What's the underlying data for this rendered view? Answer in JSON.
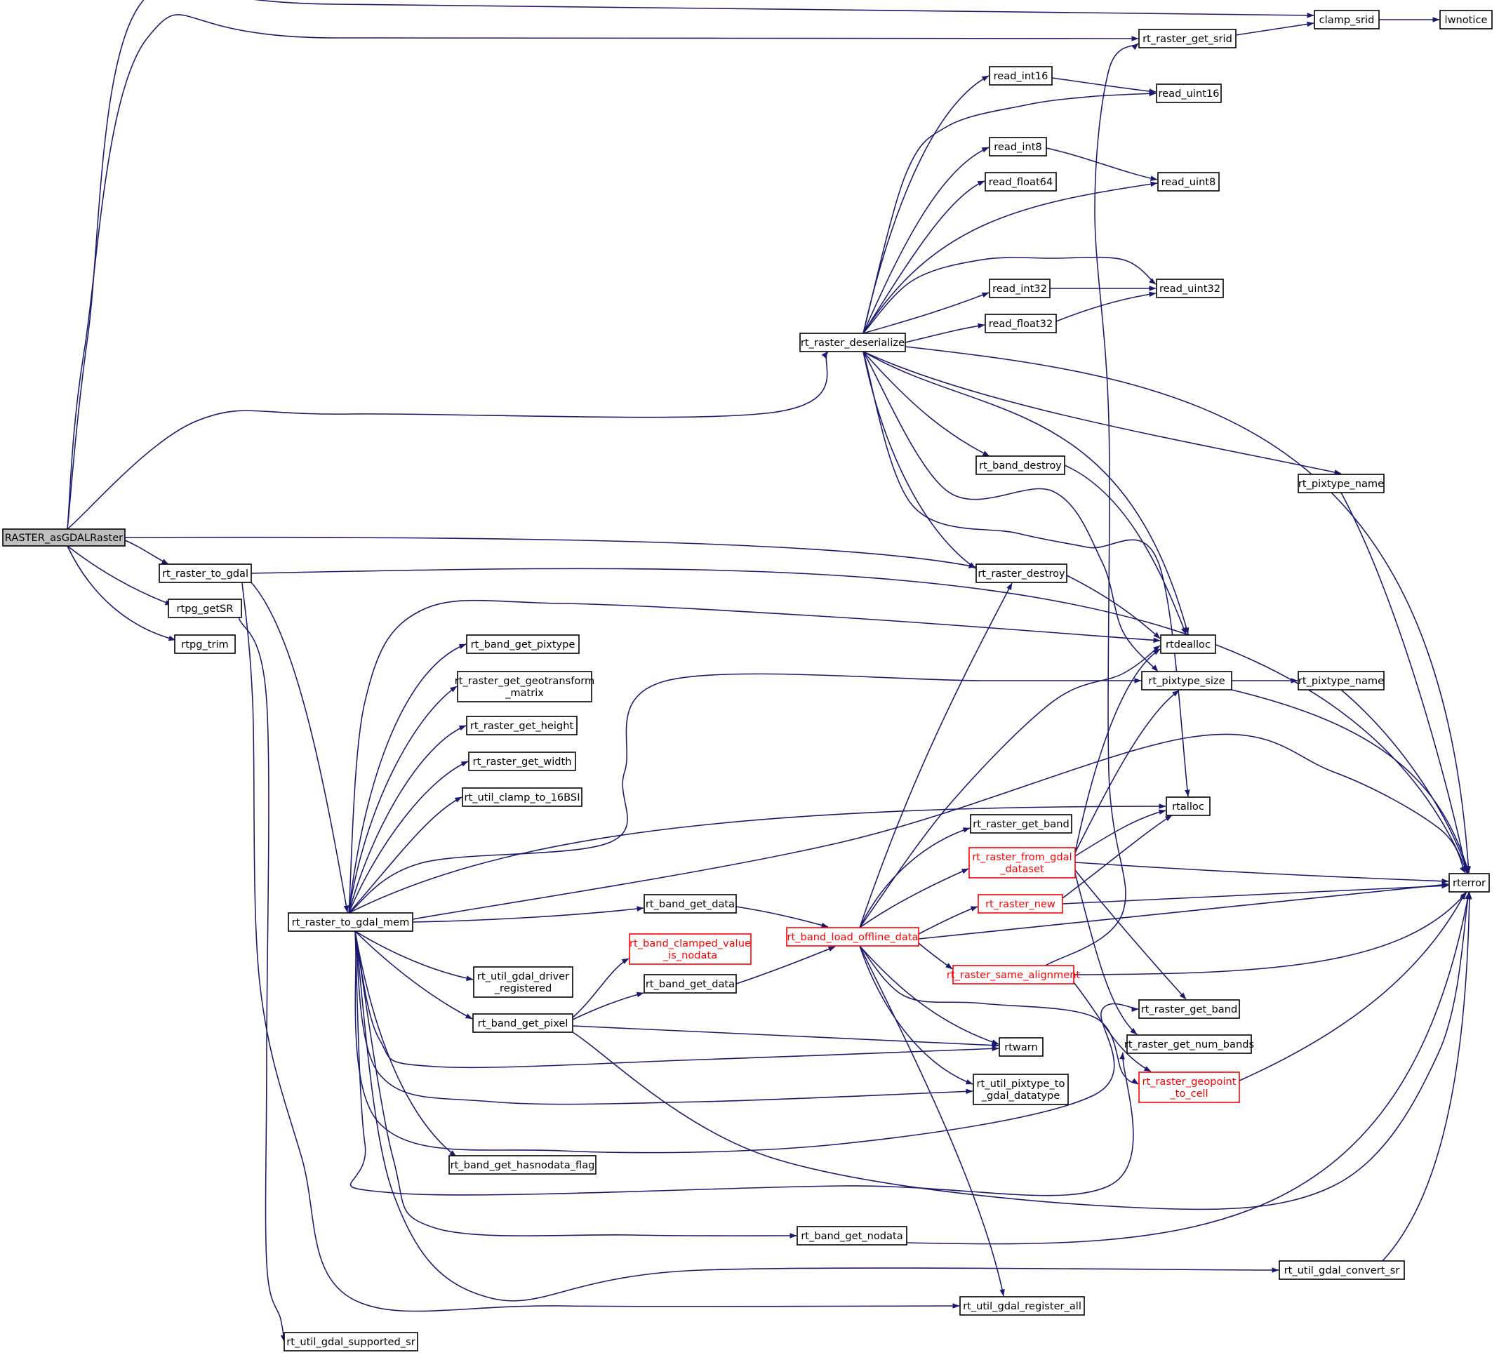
{
  "colors": {
    "edge": "#191970",
    "border_normal": "#000000",
    "border_truncated": "#ff0000",
    "fill_normal": "#ffffff",
    "fill_root": "#bfbfbf",
    "text_normal": "#000000",
    "text_truncated": "#ff0000"
  },
  "nodes": [
    {
      "id": "RASTER_asGDALRaster",
      "lines": [
        "RASTER_asGDALRaster"
      ],
      "style": "root"
    },
    {
      "id": "clamp_srid",
      "lines": [
        "clamp_srid"
      ],
      "style": "normal"
    },
    {
      "id": "lwnotice",
      "lines": [
        "lwnotice"
      ],
      "style": "normal"
    },
    {
      "id": "rt_raster_get_srid",
      "lines": [
        "rt_raster_get_srid"
      ],
      "style": "normal"
    },
    {
      "id": "read_int16",
      "lines": [
        "read_int16"
      ],
      "style": "normal"
    },
    {
      "id": "read_uint16",
      "lines": [
        "read_uint16"
      ],
      "style": "normal"
    },
    {
      "id": "read_int8",
      "lines": [
        "read_int8"
      ],
      "style": "normal"
    },
    {
      "id": "read_float64",
      "lines": [
        "read_float64"
      ],
      "style": "normal"
    },
    {
      "id": "read_uint8",
      "lines": [
        "read_uint8"
      ],
      "style": "normal"
    },
    {
      "id": "read_int32",
      "lines": [
        "read_int32"
      ],
      "style": "normal"
    },
    {
      "id": "read_uint32",
      "lines": [
        "read_uint32"
      ],
      "style": "normal"
    },
    {
      "id": "read_float32",
      "lines": [
        "read_float32"
      ],
      "style": "normal"
    },
    {
      "id": "rt_raster_deserialize",
      "lines": [
        "rt_raster_deserialize"
      ],
      "style": "normal"
    },
    {
      "id": "rt_band_destroy",
      "lines": [
        "rt_band_destroy"
      ],
      "style": "normal"
    },
    {
      "id": "rt_pixtype_name_a",
      "lines": [
        "rt_pixtype_name"
      ],
      "style": "normal"
    },
    {
      "id": "rt_raster_to_gdal",
      "lines": [
        "rt_raster_to_gdal"
      ],
      "style": "normal"
    },
    {
      "id": "rt_raster_destroy",
      "lines": [
        "rt_raster_destroy"
      ],
      "style": "normal"
    },
    {
      "id": "rtpg_getSR",
      "lines": [
        "rtpg_getSR"
      ],
      "style": "normal"
    },
    {
      "id": "rtpg_trim",
      "lines": [
        "rtpg_trim"
      ],
      "style": "normal"
    },
    {
      "id": "rtdealloc",
      "lines": [
        "rtdealloc"
      ],
      "style": "normal"
    },
    {
      "id": "rt_band_get_pixtype",
      "lines": [
        "rt_band_get_pixtype"
      ],
      "style": "normal"
    },
    {
      "id": "rt_raster_get_geotransform_matrix",
      "lines": [
        "rt_raster_get_geotransform",
        "_matrix"
      ],
      "style": "normal"
    },
    {
      "id": "rt_pixtype_size",
      "lines": [
        "rt_pixtype_size"
      ],
      "style": "normal"
    },
    {
      "id": "rt_pixtype_name_b",
      "lines": [
        "rt_pixtype_name"
      ],
      "style": "normal"
    },
    {
      "id": "rt_raster_get_height",
      "lines": [
        "rt_raster_get_height"
      ],
      "style": "normal"
    },
    {
      "id": "rt_raster_get_width",
      "lines": [
        "rt_raster_get_width"
      ],
      "style": "normal"
    },
    {
      "id": "rt_util_clamp_to_16BSI",
      "lines": [
        "rt_util_clamp_to_16BSI"
      ],
      "style": "normal"
    },
    {
      "id": "rtalloc",
      "lines": [
        "rtalloc"
      ],
      "style": "normal"
    },
    {
      "id": "rt_raster_get_band_a",
      "lines": [
        "rt_raster_get_band"
      ],
      "style": "normal"
    },
    {
      "id": "rt_raster_from_gdal_dataset",
      "lines": [
        "rt_raster_from_gdal",
        "_dataset"
      ],
      "style": "truncated"
    },
    {
      "id": "rterror",
      "lines": [
        "rterror"
      ],
      "style": "normal"
    },
    {
      "id": "rt_band_get_data_a",
      "lines": [
        "rt_band_get_data"
      ],
      "style": "normal"
    },
    {
      "id": "rt_raster_new",
      "lines": [
        "rt_raster_new"
      ],
      "style": "truncated"
    },
    {
      "id": "rt_raster_to_gdal_mem",
      "lines": [
        "rt_raster_to_gdal_mem"
      ],
      "style": "normal"
    },
    {
      "id": "rt_band_load_offline_data",
      "lines": [
        "rt_band_load_offline_data"
      ],
      "style": "truncated"
    },
    {
      "id": "rt_band_clamped_value_is_nodata",
      "lines": [
        "rt_band_clamped_value",
        "_is_nodata"
      ],
      "style": "truncated"
    },
    {
      "id": "rt_util_gdal_driver_registered",
      "lines": [
        "rt_util_gdal_driver",
        "_registered"
      ],
      "style": "normal"
    },
    {
      "id": "rt_raster_same_alignment",
      "lines": [
        "rt_raster_same_alignment"
      ],
      "style": "truncated"
    },
    {
      "id": "rt_band_get_data_b",
      "lines": [
        "rt_band_get_data"
      ],
      "style": "normal"
    },
    {
      "id": "rt_raster_get_band_b",
      "lines": [
        "rt_raster_get_band"
      ],
      "style": "normal"
    },
    {
      "id": "rt_band_get_pixel",
      "lines": [
        "rt_band_get_pixel"
      ],
      "style": "normal"
    },
    {
      "id": "rt_raster_get_num_bands",
      "lines": [
        "rt_raster_get_num_bands"
      ],
      "style": "normal"
    },
    {
      "id": "rtwarn",
      "lines": [
        "rtwarn"
      ],
      "style": "normal"
    },
    {
      "id": "rt_raster_geopoint_to_cell",
      "lines": [
        "rt_raster_geopoint",
        "_to_cell"
      ],
      "style": "truncated"
    },
    {
      "id": "rt_util_pixtype_to_gdal_datatype",
      "lines": [
        "rt_util_pixtype_to",
        "_gdal_datatype"
      ],
      "style": "normal"
    },
    {
      "id": "rt_band_get_hasnodata_flag",
      "lines": [
        "rt_band_get_hasnodata_flag"
      ],
      "style": "normal"
    },
    {
      "id": "rt_band_get_nodata",
      "lines": [
        "rt_band_get_nodata"
      ],
      "style": "normal"
    },
    {
      "id": "rt_util_gdal_convert_sr",
      "lines": [
        "rt_util_gdal_convert_sr"
      ],
      "style": "normal"
    },
    {
      "id": "rt_util_gdal_register_all",
      "lines": [
        "rt_util_gdal_register_all"
      ],
      "style": "normal"
    },
    {
      "id": "rt_util_gdal_supported_sr",
      "lines": [
        "rt_util_gdal_supported_sr"
      ],
      "style": "normal"
    }
  ],
  "edges": [
    [
      "RASTER_asGDALRaster",
      "clamp_srid"
    ],
    [
      "RASTER_asGDALRaster",
      "rt_raster_get_srid"
    ],
    [
      "RASTER_asGDALRaster",
      "rt_raster_deserialize"
    ],
    [
      "RASTER_asGDALRaster",
      "rt_raster_destroy"
    ],
    [
      "RASTER_asGDALRaster",
      "rt_raster_to_gdal"
    ],
    [
      "RASTER_asGDALRaster",
      "rtpg_getSR"
    ],
    [
      "RASTER_asGDALRaster",
      "rtpg_trim"
    ],
    [
      "clamp_srid",
      "lwnotice"
    ],
    [
      "rt_raster_get_srid",
      "clamp_srid"
    ],
    [
      "read_int16",
      "read_uint16"
    ],
    [
      "read_int8",
      "read_uint8"
    ],
    [
      "read_int32",
      "read_uint32"
    ],
    [
      "read_float32",
      "read_uint32"
    ],
    [
      "rt_raster_deserialize",
      "read_int16"
    ],
    [
      "rt_raster_deserialize",
      "read_uint16"
    ],
    [
      "rt_raster_deserialize",
      "read_int8"
    ],
    [
      "rt_raster_deserialize",
      "read_float64"
    ],
    [
      "rt_raster_deserialize",
      "read_uint8"
    ],
    [
      "rt_raster_deserialize",
      "read_uint32"
    ],
    [
      "rt_raster_deserialize",
      "read_int32"
    ],
    [
      "rt_raster_deserialize",
      "read_float32"
    ],
    [
      "rt_raster_deserialize",
      "rterror"
    ],
    [
      "rt_raster_deserialize",
      "rt_pixtype_name_a"
    ],
    [
      "rt_raster_deserialize",
      "rt_band_destroy"
    ],
    [
      "rt_raster_deserialize",
      "rtdealloc"
    ],
    [
      "rt_raster_deserialize",
      "rt_pixtype_size"
    ],
    [
      "rt_raster_deserialize",
      "rtalloc"
    ],
    [
      "rt_raster_deserialize",
      "rt_raster_destroy"
    ],
    [
      "rt_band_destroy",
      "rtdealloc"
    ],
    [
      "rt_pixtype_name_a",
      "rterror"
    ],
    [
      "rt_raster_destroy",
      "rtdealloc"
    ],
    [
      "rt_raster_to_gdal",
      "rterror"
    ],
    [
      "rt_raster_to_gdal",
      "rt_raster_to_gdal_mem"
    ],
    [
      "rt_raster_to_gdal",
      "rt_util_gdal_register_all"
    ],
    [
      "rtpg_getSR",
      "rt_util_gdal_supported_sr"
    ],
    [
      "rt_pixtype_size",
      "rt_pixtype_name_b"
    ],
    [
      "rt_pixtype_size",
      "rterror"
    ],
    [
      "rt_pixtype_name_b",
      "rterror"
    ],
    [
      "rt_raster_to_gdal_mem",
      "rtdealloc"
    ],
    [
      "rt_raster_to_gdal_mem",
      "rt_band_get_pixtype"
    ],
    [
      "rt_raster_to_gdal_mem",
      "rt_raster_get_geotransform_matrix"
    ],
    [
      "rt_raster_to_gdal_mem",
      "rt_raster_get_height"
    ],
    [
      "rt_raster_to_gdal_mem",
      "rt_raster_get_width"
    ],
    [
      "rt_raster_to_gdal_mem",
      "rt_util_clamp_to_16BSI"
    ],
    [
      "rt_raster_to_gdal_mem",
      "rt_pixtype_size"
    ],
    [
      "rt_raster_to_gdal_mem",
      "rterror"
    ],
    [
      "rt_raster_to_gdal_mem",
      "rtalloc"
    ],
    [
      "rt_raster_to_gdal_mem",
      "rt_band_get_data_a"
    ],
    [
      "rt_raster_to_gdal_mem",
      "rt_util_gdal_driver_registered"
    ],
    [
      "rt_raster_to_gdal_mem",
      "rt_band_get_pixel"
    ],
    [
      "rt_raster_to_gdal_mem",
      "rtwarn"
    ],
    [
      "rt_raster_to_gdal_mem",
      "rt_util_pixtype_to_gdal_datatype"
    ],
    [
      "rt_raster_to_gdal_mem",
      "rt_raster_get_band_b"
    ],
    [
      "rt_raster_to_gdal_mem",
      "rt_band_get_hasnodata_flag"
    ],
    [
      "rt_raster_to_gdal_mem",
      "rt_raster_get_num_bands"
    ],
    [
      "rt_raster_to_gdal_mem",
      "rt_band_get_nodata"
    ],
    [
      "rt_raster_to_gdal_mem",
      "rt_util_gdal_convert_sr"
    ],
    [
      "rt_band_get_data_a",
      "rt_band_load_offline_data"
    ],
    [
      "rt_band_load_offline_data",
      "rt_raster_destroy"
    ],
    [
      "rt_band_load_offline_data",
      "rtdealloc"
    ],
    [
      "rt_band_load_offline_data",
      "rt_raster_get_band_a"
    ],
    [
      "rt_band_load_offline_data",
      "rt_raster_from_gdal_dataset"
    ],
    [
      "rt_band_load_offline_data",
      "rt_raster_new"
    ],
    [
      "rt_band_load_offline_data",
      "rterror"
    ],
    [
      "rt_band_load_offline_data",
      "rt_raster_same_alignment"
    ],
    [
      "rt_band_load_offline_data",
      "rt_raster_geopoint_to_cell"
    ],
    [
      "rt_band_load_offline_data",
      "rtwarn"
    ],
    [
      "rt_band_load_offline_data",
      "rt_util_pixtype_to_gdal_datatype"
    ],
    [
      "rt_band_load_offline_data",
      "rt_util_gdal_register_all"
    ],
    [
      "rt_raster_from_gdal_dataset",
      "rtdealloc"
    ],
    [
      "rt_raster_from_gdal_dataset",
      "rt_pixtype_size"
    ],
    [
      "rt_raster_from_gdal_dataset",
      "rtalloc"
    ],
    [
      "rt_raster_from_gdal_dataset",
      "rterror"
    ],
    [
      "rt_raster_from_gdal_dataset",
      "rt_raster_get_band_b"
    ],
    [
      "rt_raster_from_gdal_dataset",
      "rt_raster_get_num_bands"
    ],
    [
      "rt_raster_new",
      "rtalloc"
    ],
    [
      "rt_raster_new",
      "rterror"
    ],
    [
      "rt_raster_same_alignment",
      "rt_raster_get_srid"
    ],
    [
      "rt_raster_same_alignment",
      "rterror"
    ],
    [
      "rt_raster_same_alignment",
      "rt_raster_geopoint_to_cell"
    ],
    [
      "rt_band_get_pixel",
      "rt_band_clamped_value_is_nodata"
    ],
    [
      "rt_band_get_pixel",
      "rt_band_get_data_b"
    ],
    [
      "rt_band_get_pixel",
      "rtwarn"
    ],
    [
      "rt_band_get_pixel",
      "rterror"
    ],
    [
      "rt_band_get_data_b",
      "rt_band_load_offline_data"
    ],
    [
      "rt_raster_geopoint_to_cell",
      "rterror"
    ],
    [
      "rt_band_get_nodata",
      "rterror"
    ],
    [
      "rt_util_gdal_convert_sr",
      "rterror"
    ]
  ]
}
